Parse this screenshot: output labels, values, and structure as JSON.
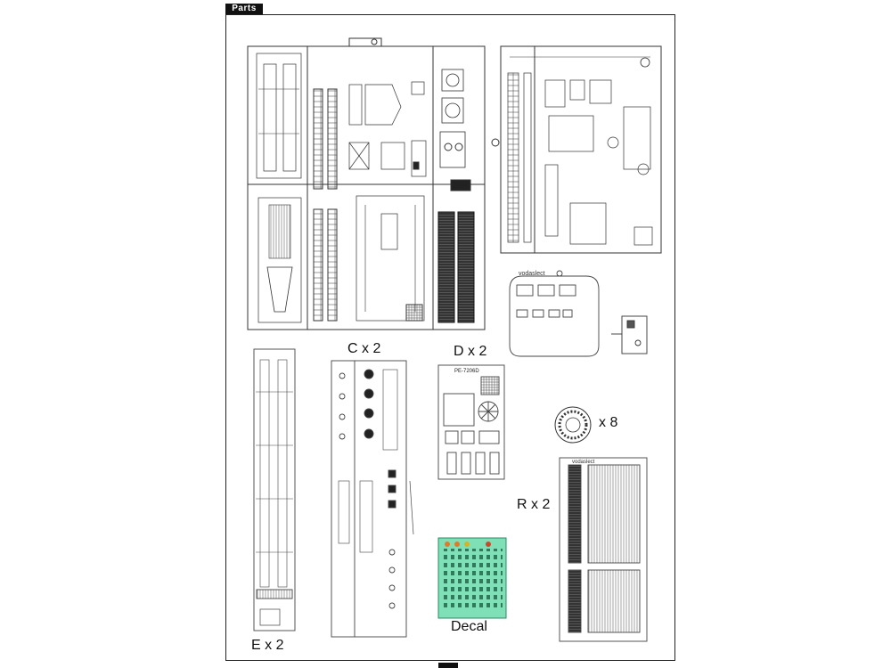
{
  "header": {
    "title": "Parts"
  },
  "sprues": {
    "c_label": "C x 2",
    "d_label": "D x 2",
    "wheel_label": "x 8",
    "r_label": "R x 2",
    "e_label": "E x 2",
    "decal_label": "Decal",
    "pe_code": "PE-7206D",
    "brand": "vodaslect"
  }
}
